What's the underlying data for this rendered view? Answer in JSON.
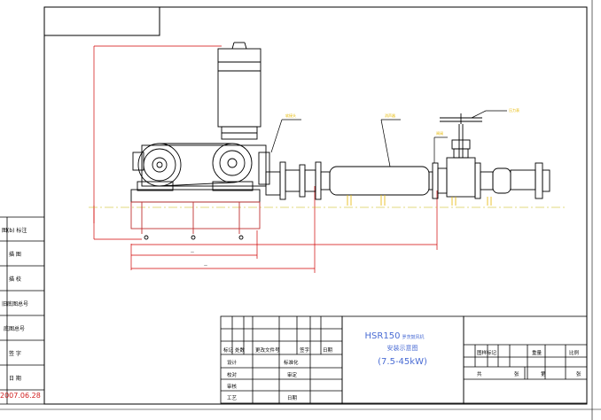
{
  "drawing": {
    "model_line": "HSR150",
    "model_suffix": "罗茨鼓风机",
    "subtitle": "安装示意图",
    "power_range": "(7.5-45kW)",
    "date": "2007.06.28"
  },
  "callouts": [
    "软接头",
    "消声器",
    "闸阀",
    "压力表"
  ],
  "left_strip": [
    "图(b) 标注",
    "描  图",
    "描  校",
    "旧底图总号",
    "底图总号",
    "签  字",
    "日  期"
  ],
  "signature_block": {
    "top_headers": [
      "标记",
      "处数",
      "更改文件号",
      "签字",
      "日期"
    ],
    "rows": [
      [
        "设计",
        "",
        "标准化",
        ""
      ],
      [
        "校对",
        "",
        "审定",
        ""
      ],
      [
        "审核",
        "",
        "",
        ""
      ],
      [
        "工艺",
        "",
        "日期",
        ""
      ]
    ]
  },
  "right_block": {
    "row1": [
      "图样标记",
      "重量",
      "比例"
    ],
    "row2": [
      "共",
      "张",
      "第",
      "张"
    ]
  },
  "colors": {
    "line": "#000000",
    "dim": "#d00000",
    "annotation": "#e6b800",
    "blue_text": "#4a6cd4",
    "center": "#c8b400"
  }
}
